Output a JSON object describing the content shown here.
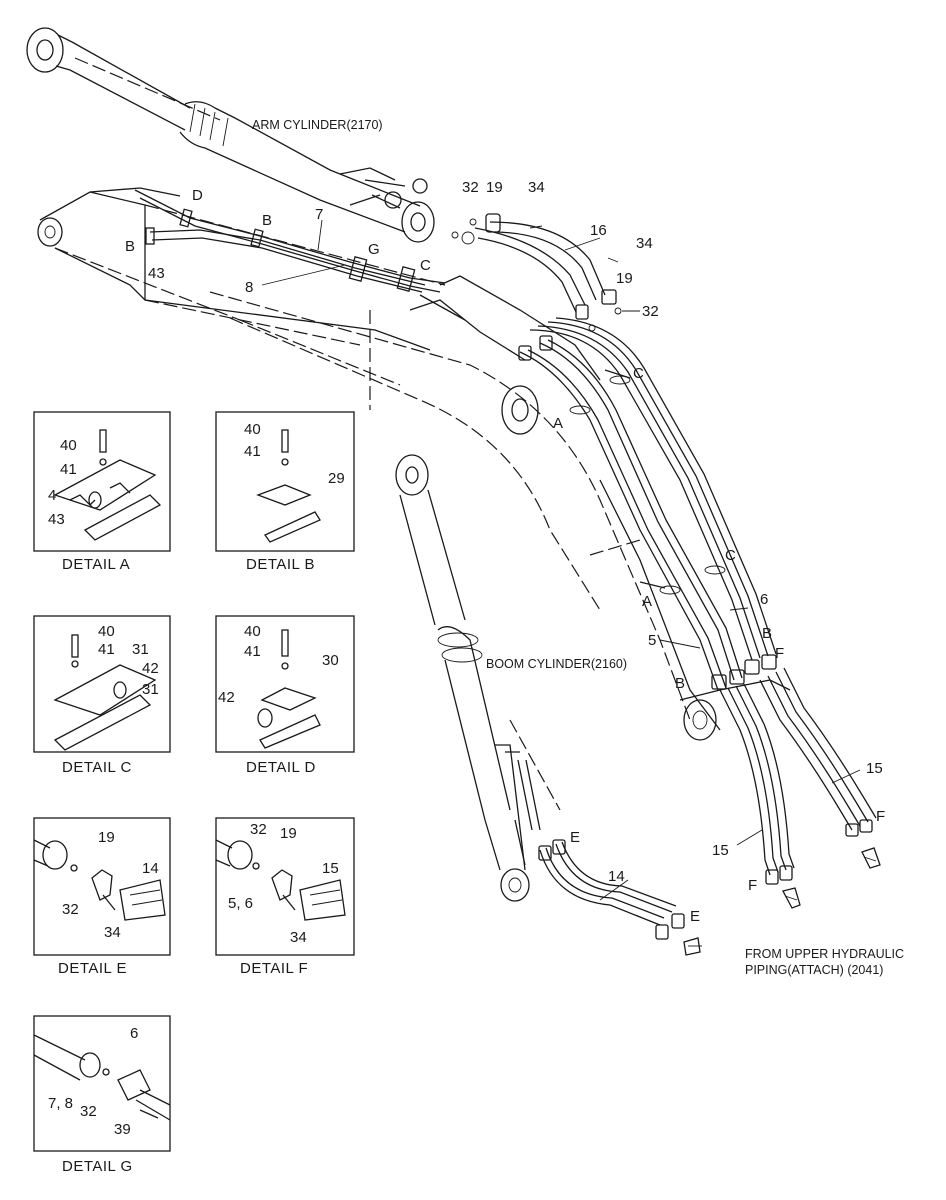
{
  "titles": {
    "arm_cylinder": "ARM CYLINDER(2170)",
    "boom_cylinder": "BOOM CYLINDER(2160)",
    "from_upper_1": "FROM UPPER HYDRAULIC",
    "from_upper_2": "PIPING(ATTACH) (2041)"
  },
  "main_labels": {
    "l32a": "32",
    "l19a": "19",
    "l34a": "34",
    "l16": "16",
    "l34b": "34",
    "l19b": "19",
    "l32b": "32",
    "l7": "7",
    "l8": "8",
    "lD": "D",
    "lB1": "B",
    "lB2": "B",
    "l43": "43",
    "lG": "G",
    "lC1": "C",
    "lC2": "C",
    "lA1": "A",
    "lC3": "C",
    "l6": "6",
    "lA2": "A",
    "l5": "5",
    "lB3": "B",
    "lF1": "F",
    "lB4": "B",
    "l15a": "15",
    "lF2": "F",
    "l15b": "15",
    "lF3": "F",
    "lE1": "E",
    "l14": "14",
    "lE2": "E"
  },
  "details": {
    "a": {
      "caption": "DETAIL  A",
      "labels": [
        "40",
        "41",
        "4",
        "43"
      ]
    },
    "b": {
      "caption": "DETAIL  B",
      "labels": [
        "40",
        "41",
        "29"
      ]
    },
    "c": {
      "caption": "DETAIL  C",
      "labels": [
        "40",
        "41",
        "31",
        "42",
        "31"
      ]
    },
    "d": {
      "caption": "DETAIL  D",
      "labels": [
        "40",
        "41",
        "30",
        "42"
      ]
    },
    "e": {
      "caption": "DETAIL  E",
      "labels": [
        "19",
        "14",
        "32",
        "34"
      ]
    },
    "f": {
      "caption": "DETAIL  F",
      "labels": [
        "32",
        "19",
        "15",
        "5, 6",
        "34"
      ]
    },
    "g": {
      "caption": "DETAIL  G",
      "labels": [
        "6",
        "7, 8",
        "32",
        "39"
      ]
    }
  }
}
